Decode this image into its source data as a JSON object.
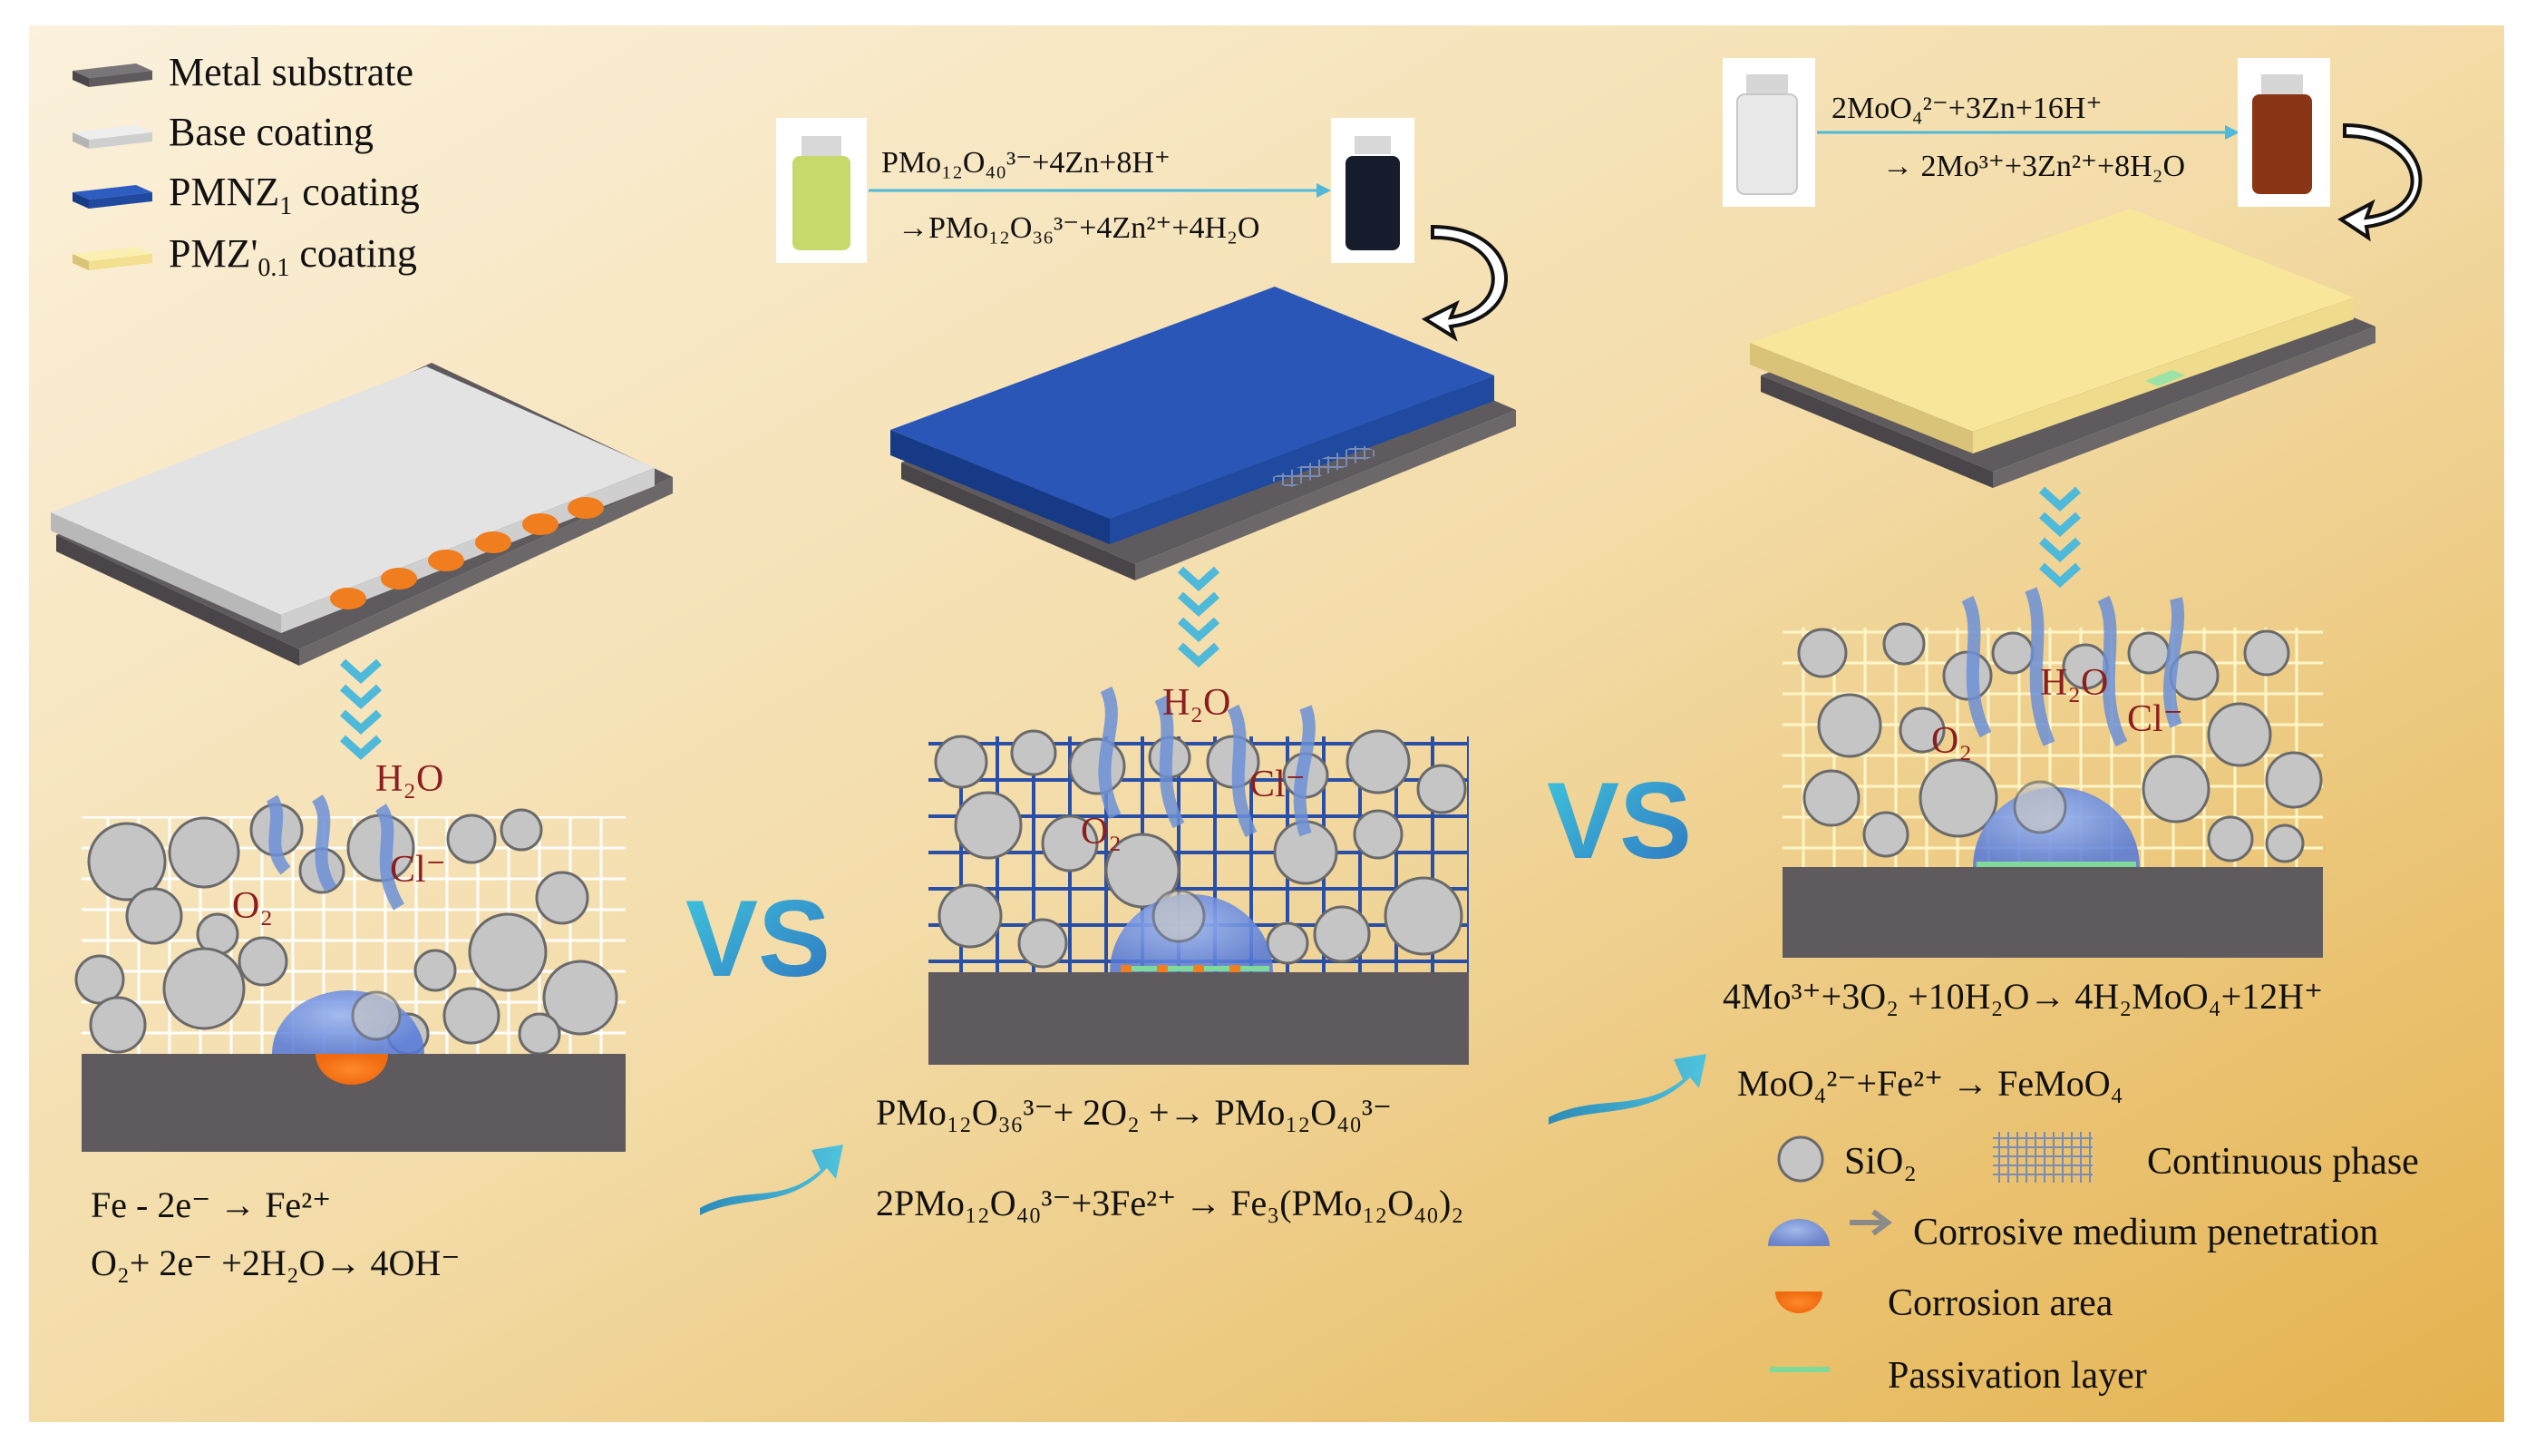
{
  "legend_top": {
    "items": [
      {
        "label": "Metal substrate",
        "sub": ""
      },
      {
        "label": "Base coating",
        "sub": ""
      },
      {
        "label": "PMNZ",
        "sub": "1",
        "suffix": " coating"
      },
      {
        "label": "PMZ'",
        "sub": "0.1",
        "suffix": " coating"
      }
    ],
    "colors": {
      "metal": "#5f5a5d",
      "base": "#d9d9d9",
      "pmnz": "#1f4aa0",
      "pmz": "#f8e69a"
    }
  },
  "vs_label": "VS",
  "molecules": {
    "h2o": "H₂O",
    "cl": "Cl⁻",
    "o2": "O₂"
  },
  "panel1": {
    "equations": [
      "Fe - 2e⁻ → Fe²⁺",
      "O₂+ 2e⁻ +2H₂O→ 4OH⁻"
    ]
  },
  "panel2": {
    "vial_reaction": [
      "PMo₁₂O₄₀³⁻+4Zn+8H⁺",
      "→PMo₁₂O₃₆³⁻+4Zn²⁺+4H₂O"
    ],
    "equations": [
      "PMo₁₂O₃₆³⁻+ 2O₂ +→ PMo₁₂O₄₀³⁻",
      "2PMo₁₂O₄₀³⁻+3Fe²⁺ → Fe₃(PMo₁₂O₄₀)₂"
    ]
  },
  "panel3": {
    "vial_reaction": [
      "2MoO₄²⁻+3Zn+16H⁺",
      "→ 2Mo³⁺+3Zn²⁺+8H₂O"
    ],
    "equations": [
      "4Mo³⁺+3O₂ +10H₂O→ 4H₂MoO₄+12H⁺",
      "MoO₄²⁻+Fe²⁺ → FeMoO₄"
    ]
  },
  "legend_bottom": {
    "sio2": "SiO₂",
    "continuous": "Continuous phase",
    "penetration": "Corrosive medium penetration",
    "corrosion": "Corrosion area",
    "passivation": "Passivation layer"
  }
}
